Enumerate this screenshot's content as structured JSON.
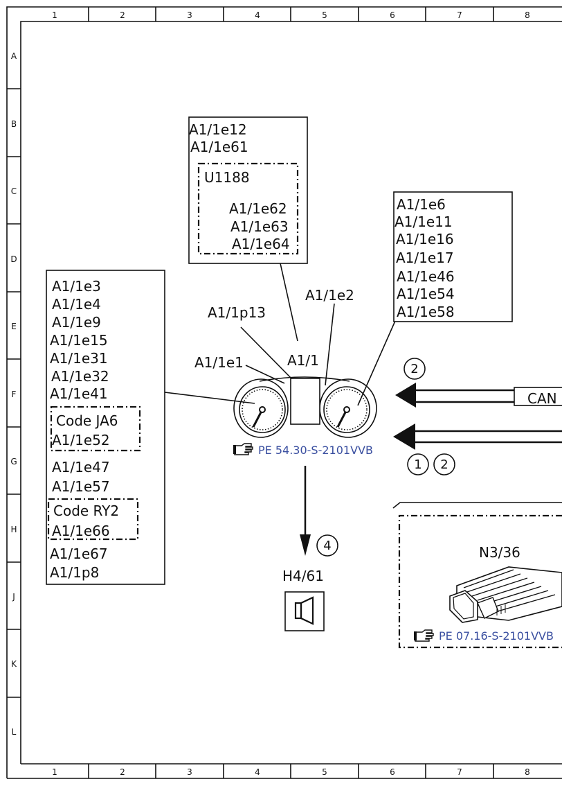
{
  "grid": {
    "columns": [
      "1",
      "2",
      "3",
      "4",
      "5",
      "6",
      "7",
      "8"
    ],
    "rows": [
      "A",
      "B",
      "C",
      "D",
      "E",
      "F",
      "G",
      "H",
      "J",
      "K",
      "L"
    ]
  },
  "box_top": {
    "lines": [
      "A1/1e12",
      "A1/1e61"
    ],
    "inner": {
      "title": "U1188",
      "lines": [
        "A1/1e62",
        "A1/1e63",
        "A1/1e64"
      ]
    }
  },
  "box_right": {
    "lines": [
      "A1/1e6",
      "A1/1e11",
      "A1/1e16",
      "A1/1e17",
      "A1/1e46",
      "A1/1e54",
      "A1/1e58"
    ]
  },
  "box_left": {
    "lines_a": [
      "A1/1e3",
      "A1/1e4",
      "A1/1e9",
      "A1/1e15",
      "A1/1e31",
      "A1/1e32",
      "A1/1e41"
    ],
    "code_ja6": {
      "title": "Code JA6",
      "line": "A1/1e52"
    },
    "lines_b": [
      "A1/1e47",
      "A1/1e57"
    ],
    "code_ry2": {
      "title": "Code RY2",
      "line": "A1/1e66"
    },
    "lines_c": [
      "A1/1e67",
      "A1/1p8"
    ]
  },
  "cluster": {
    "label_p13": "A1/1p13",
    "label_e2": "A1/1e2",
    "label_e1": "A1/1e1",
    "label_main": "A1/1",
    "ref": "PE 54.30-S-2101VVB"
  },
  "bus": {
    "can_label": "CAN",
    "upper_markers": [
      "2"
    ],
    "lower_markers": [
      "1",
      "2"
    ]
  },
  "horn": {
    "marker": "4",
    "label": "H4/61"
  },
  "module": {
    "label": "N3/36",
    "ref": "PE 07.16-S-2101VVB"
  },
  "icons": {
    "pointing_hand": "pointing-hand-icon",
    "speaker": "speaker-icon"
  }
}
